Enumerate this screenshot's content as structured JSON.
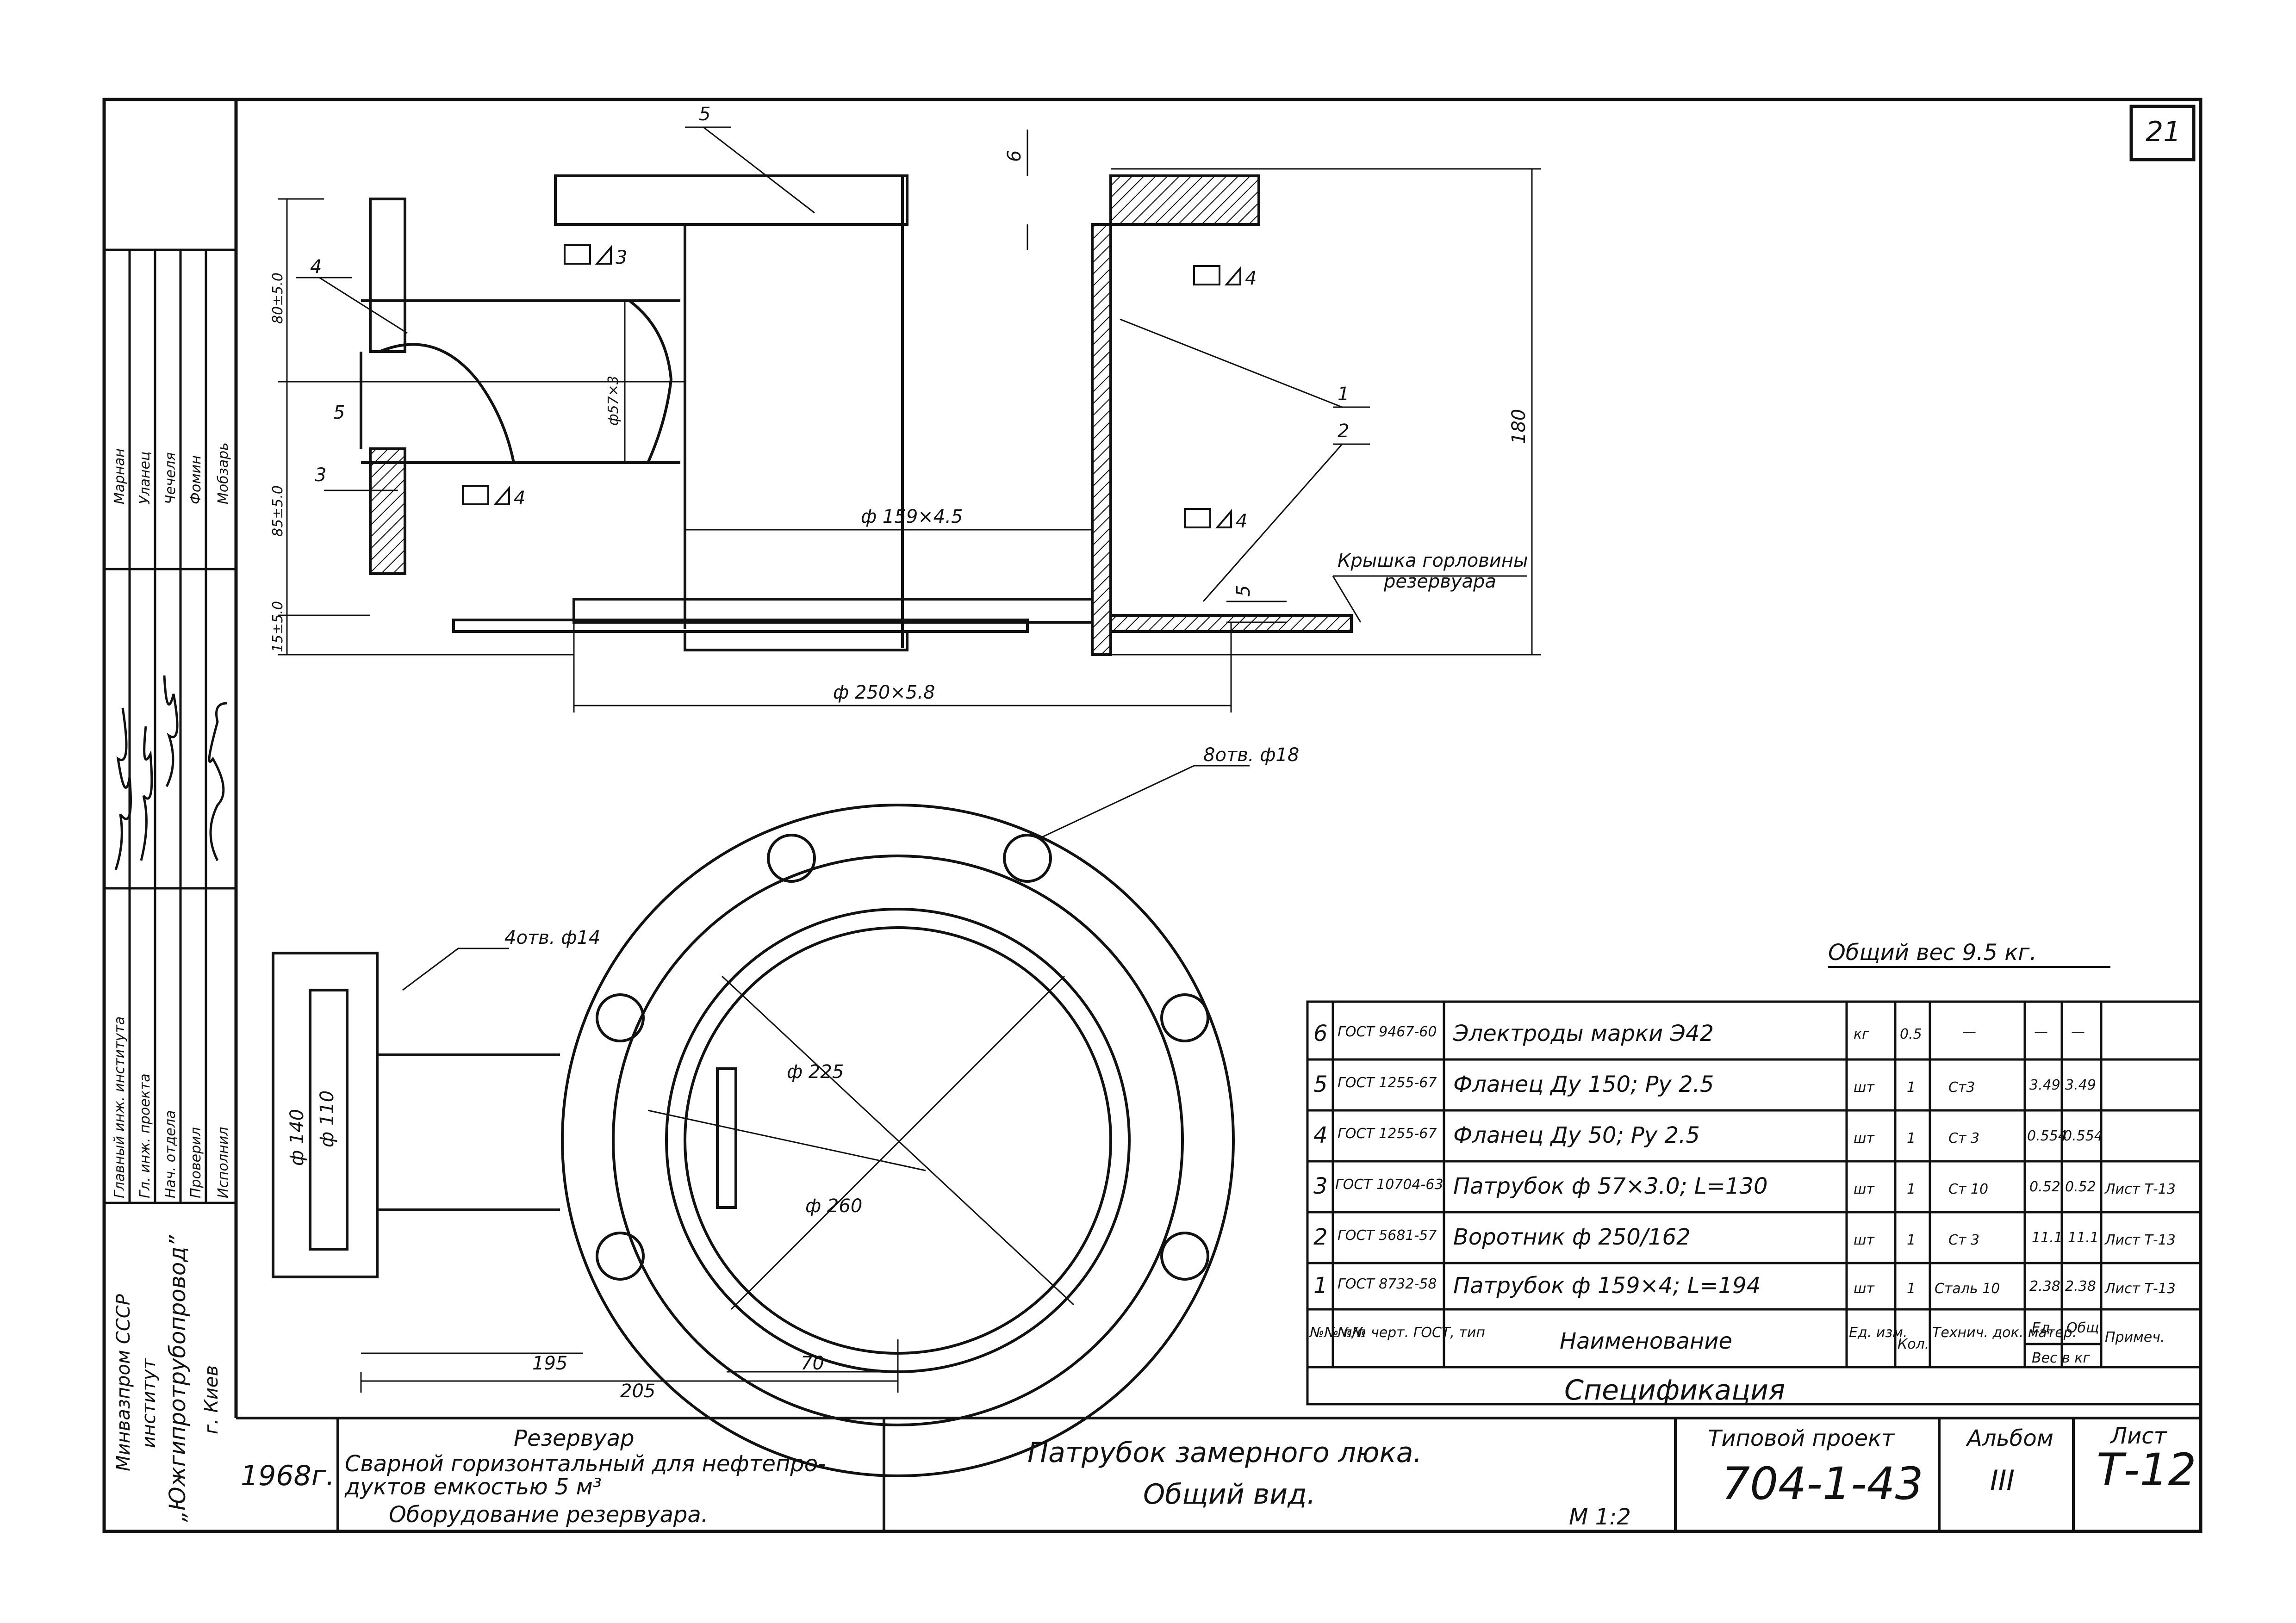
{
  "sheet_number": "21",
  "stamp_left": {
    "names": [
      "Марнан",
      "Уланец",
      "Чечеля",
      "Фомин",
      "Мобзарь"
    ],
    "roles": [
      "Главный инж. института",
      "Гл. инж. проекта",
      "Нач. отдела",
      "Проверил",
      "Исполнил"
    ],
    "org_line1": "Минвазпром СССР",
    "org_line2": "институт",
    "org_line3": "„Южгипротрубопровод”",
    "org_line4": "г. Киев"
  },
  "top_view": {
    "labels": {
      "pos5": "5",
      "pos4": "4",
      "pos3": "3",
      "pos1": "1",
      "pos2": "2",
      "weld_a": "3",
      "weld_b": "4",
      "weld_c": "4",
      "weld_d": "4",
      "dim_6": "6",
      "dim_5_left": "5",
      "dim_5_right": "5",
      "dim_80": "80±5.0",
      "dim_85": "85±5.0",
      "dim_15": "15±5.0",
      "dim_57": "ф57×3",
      "dim_159": "ф 159×4.5",
      "dim_250": "ф 250×5.8",
      "dim_180": "180",
      "cover_line1": "Крышка горловины",
      "cover_line2": "резервуара"
    }
  },
  "bottom_view": {
    "labels": {
      "holes_left": "4отв. ф14",
      "holes_right": "8отв. ф18",
      "dim_140": "ф 140",
      "dim_110": "ф 110",
      "dim_225": "ф 225",
      "dim_260": "ф 260",
      "dim_195": "195",
      "dim_205": "205",
      "dim_70": "70"
    }
  },
  "weight_note": "Общий вес 9.5 кг.",
  "spec": {
    "title": "Спецификация",
    "rows": [
      {
        "no": "6",
        "gost": "ГОСТ 9467-60",
        "name": "Электроды марки Э42",
        "unit": "кг",
        "qty": "0.5",
        "mat": "—",
        "w1": "—",
        "w2": "—",
        "note": ""
      },
      {
        "no": "5",
        "gost": "ГОСТ 1255-67",
        "name": "Фланец Ду 150; Ру 2.5",
        "unit": "шт",
        "qty": "1",
        "mat": "Ст3",
        "w1": "3.49",
        "w2": "3.49",
        "note": ""
      },
      {
        "no": "4",
        "gost": "ГОСТ 1255-67",
        "name": "Фланец Ду 50; Ру 2.5",
        "unit": "шт",
        "qty": "1",
        "mat": "Ст 3",
        "w1": "0.554",
        "w2": "0.554",
        "note": ""
      },
      {
        "no": "3",
        "gost": "ГОСТ 10704-63",
        "name": "Патрубок ф 57×3.0; L=130",
        "unit": "шт",
        "qty": "1",
        "mat": "Ст 10",
        "w1": "0.52",
        "w2": "0.52",
        "note": "Лист Т-13"
      },
      {
        "no": "2",
        "gost": "ГОСТ 5681-57",
        "name": "Воротник ф 250/162",
        "unit": "шт",
        "qty": "1",
        "mat": "Ст 3",
        "w1": "11.1",
        "w2": "11.1",
        "note": "Лист Т-13"
      },
      {
        "no": "1",
        "gost": "ГОСТ 8732-58",
        "name": "Патрубок ф 159×4; L=194",
        "unit": "шт",
        "qty": "1",
        "mat": "Сталь 10",
        "w1": "2.38",
        "w2": "2.38",
        "note": "Лист Т-13"
      }
    ],
    "header": {
      "no": "№№ п/п",
      "gost": "№№ черт. ГОСТ, тип",
      "name": "Наименование",
      "unit": "Ед. изм.",
      "qty": "Кол.",
      "mat": "Технич. док. матер.",
      "w1": "Ед.",
      "w2": "Общ.",
      "wgroup": "Вес в кг",
      "note": "Примеч."
    }
  },
  "title_block": {
    "year": "1968г.",
    "object_line1": "Резервуар",
    "object_line2": "Сварной горизонтальный для нефтепро-",
    "object_line3": "дуктов емкостью 5 м³",
    "object_line4": "Оборудование резервуара.",
    "drawing_line1": "Патрубок замерного люка.",
    "drawing_line2": "Общий вид.",
    "scale": "М 1:2",
    "project_label": "Типовой проект",
    "project_no": "704-1-43",
    "album_label": "Альбом",
    "album_no": "III",
    "sheet_label": "Лист",
    "sheet_no": "Т-12"
  }
}
